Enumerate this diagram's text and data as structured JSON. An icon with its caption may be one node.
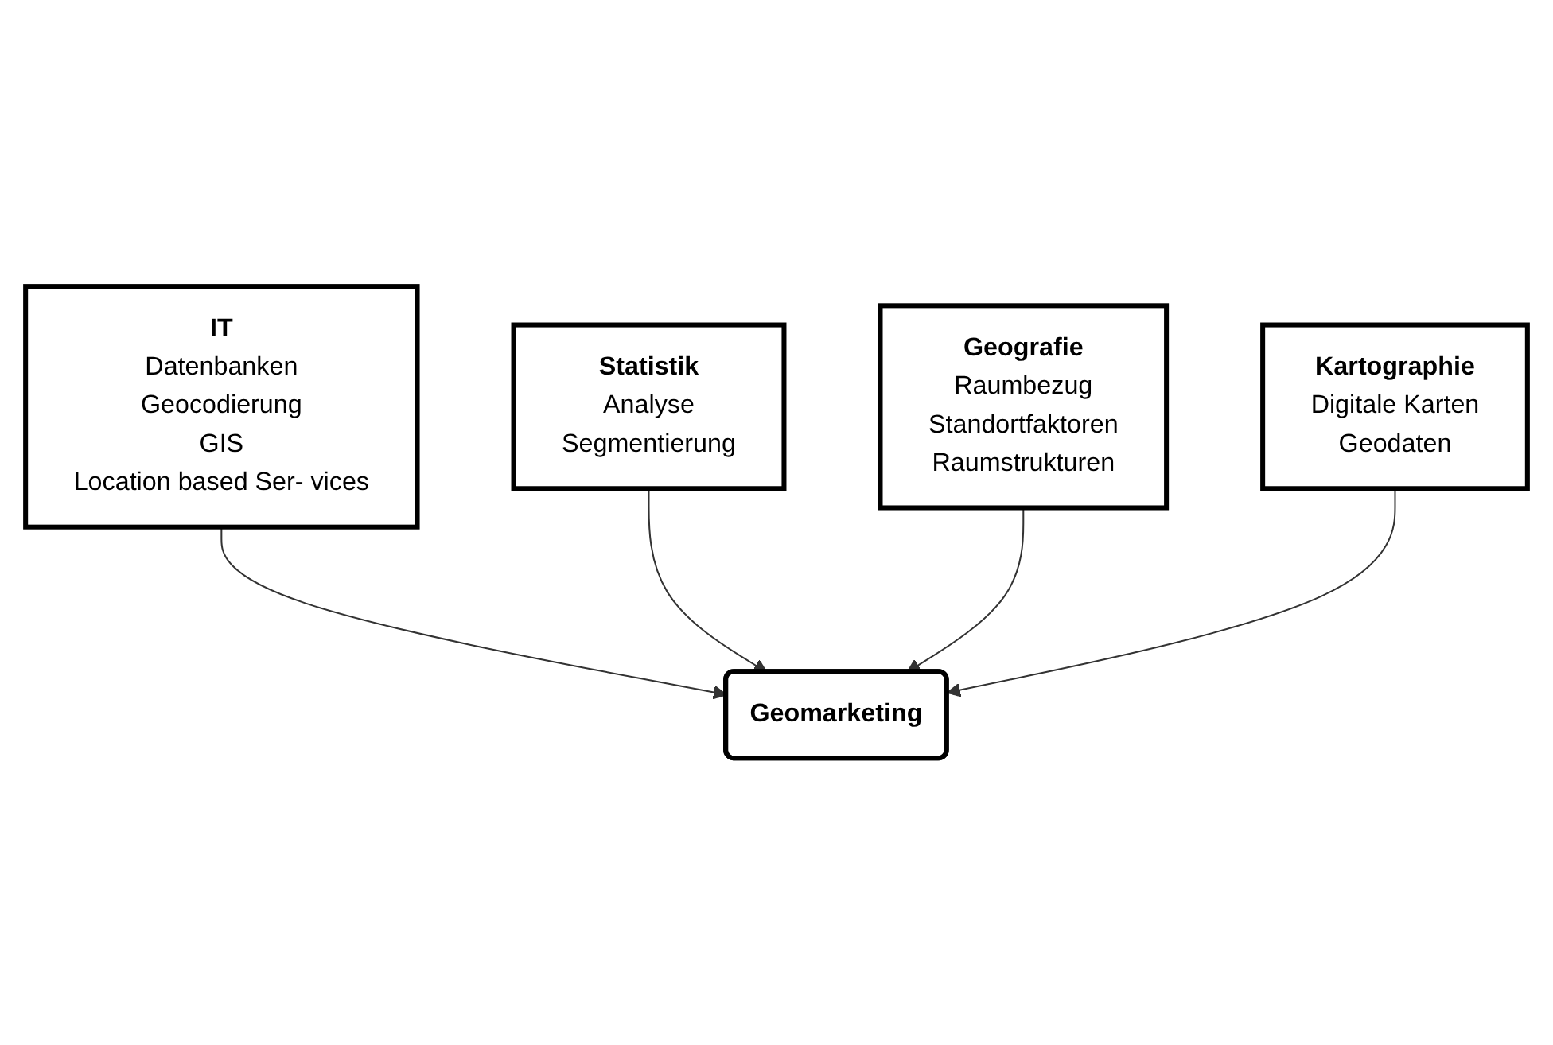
{
  "diagram": {
    "nodes": [
      {
        "text": [
          "IT",
          "Datenbanken",
          "Geocodierung",
          "GIS",
          "Location based Ser- vices"
        ]
      },
      {
        "text": [
          "Statistik",
          "Analyse",
          "Segmentierung"
        ]
      },
      {
        "text": [
          "Geomarketing"
        ]
      },
      {
        "text": [
          "Geografie",
          "Raumbezug",
          "Standortfaktoren",
          "Raumstrukturen"
        ]
      },
      {
        "text": [
          "Kartographie",
          "Digitale Karten",
          "Geodaten"
        ]
      }
    ],
    "edges": [
      {
        "from": 0,
        "to": 2,
        "arrow": "to"
      },
      {
        "from": 1,
        "to": 2,
        "arrow": "to"
      },
      {
        "from": 3,
        "to": 2,
        "arrow": "to"
      },
      {
        "from": 4,
        "to": 2,
        "arrow": "to"
      }
    ]
  }
}
